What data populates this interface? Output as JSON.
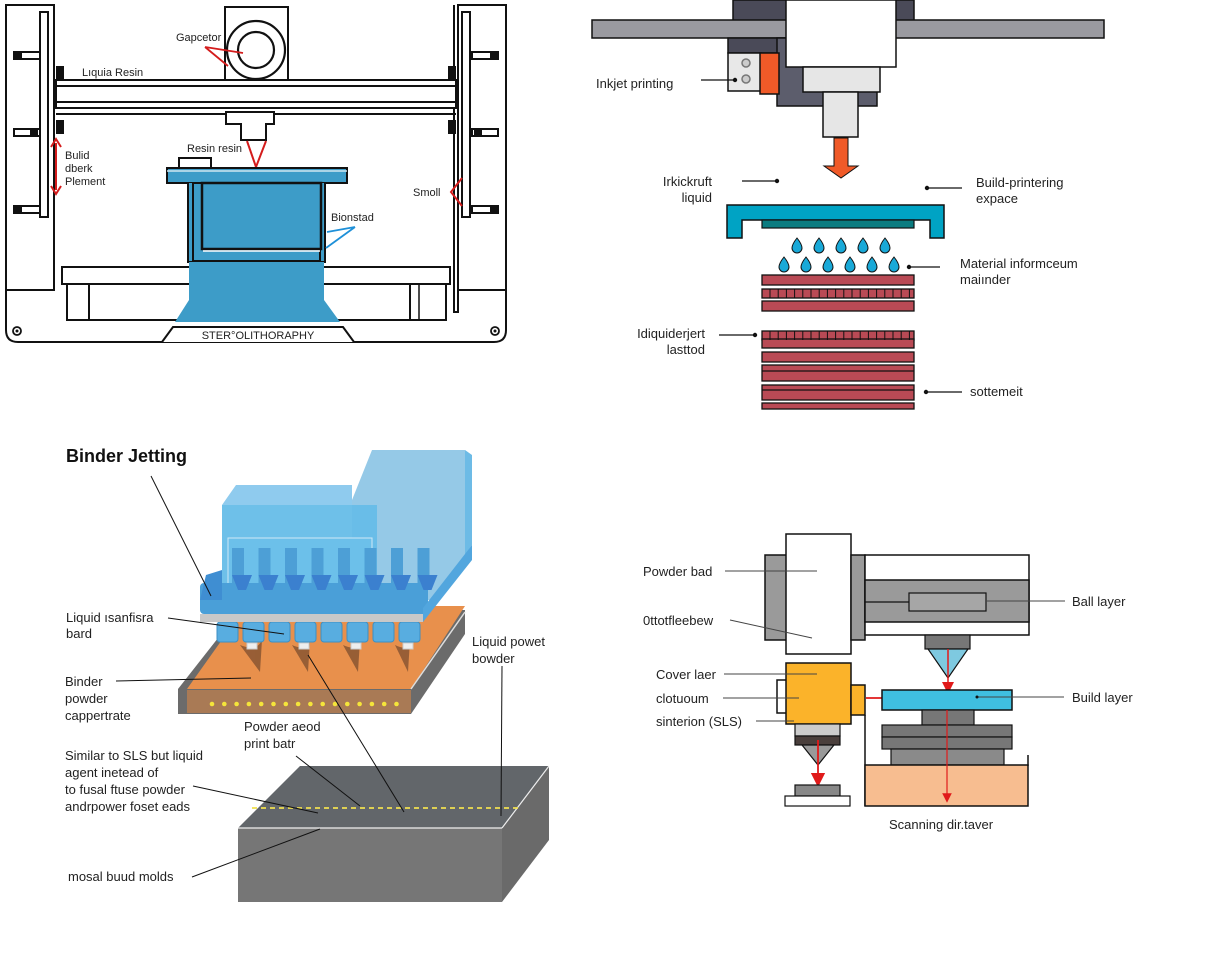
{
  "colors": {
    "sla_resin": "#3d9cc8",
    "inkjet_orange": "#f05a28",
    "inkjet_teal": "#00a3c4",
    "inkjet_layers": "#b94a55",
    "inkjet_dark": "#4a4a58",
    "inkjet_gray": "#9a9aa0",
    "binder_blue": "#5cb6e6",
    "binder_powder": "#e8904c",
    "binder_block": "#6b6e70",
    "sls_yellow": "#fbb32a",
    "sls_cyan": "#3fbfe0",
    "sls_peach": "#f7bd90",
    "laser_red": "#e01a1a"
  },
  "panels": [
    {
      "id": "stereolithography",
      "footer": "STER°OLITHORAPHY",
      "labels": {
        "capacitor": "Gapcetor",
        "liquid_resin": "Lıquia Resin",
        "resin_resin": "Resin resin",
        "build_line1": "Bulid",
        "build_line2": "dberk",
        "build_line3": "Plement",
        "small": "Smoll",
        "bionstad": "Bionstad"
      }
    },
    {
      "id": "inkjet",
      "labels": {
        "inkjet_printing": "Inkjet printing",
        "inkickruft_line1": "Irkickruft",
        "inkickruft_line2": "liquid",
        "build_print_line1": "Build-printering",
        "build_print_line2": "expace",
        "material_line1": "Material informceum",
        "material_line2": "maiınder",
        "liquiderjert_line1": "Idiquiderjert",
        "liquiderjert_line2": "lasttod",
        "sottement": "sottemeit"
      }
    },
    {
      "id": "binder-jetting",
      "title": "Binder Jetting",
      "labels": {
        "liquid_sanfisra_line1": "Liquid ısanfisra",
        "liquid_sanfisra_line2": "bard",
        "binder_line1": "Binder",
        "binder_line2": "powder",
        "binder_line3": "cappertrate",
        "liquid_power_line1": "Liquid powet",
        "liquid_power_line2": "bowder",
        "powder_aeod_line1": "Powder aeod",
        "powder_aeod_line2": "print batr",
        "similar_line1": "Similar to SLS but liquid",
        "similar_line2": "agent inetead of",
        "similar_line3": "to fusal ftuse powder",
        "similar_line4": "andrpower foset eads",
        "mosal": "mosal buud molds"
      }
    },
    {
      "id": "sls",
      "labels": {
        "powder_bad": "Powder bad",
        "ottofleebew": "0ttotfleebew",
        "ball_layer": "Ball layer",
        "cover_laer": "Cover laer",
        "clotuoum": "clotuoum",
        "sinterion": "sinterion (SLS)",
        "build_layer": "Build layer",
        "scanning": "Scanning dir.taver"
      }
    }
  ]
}
